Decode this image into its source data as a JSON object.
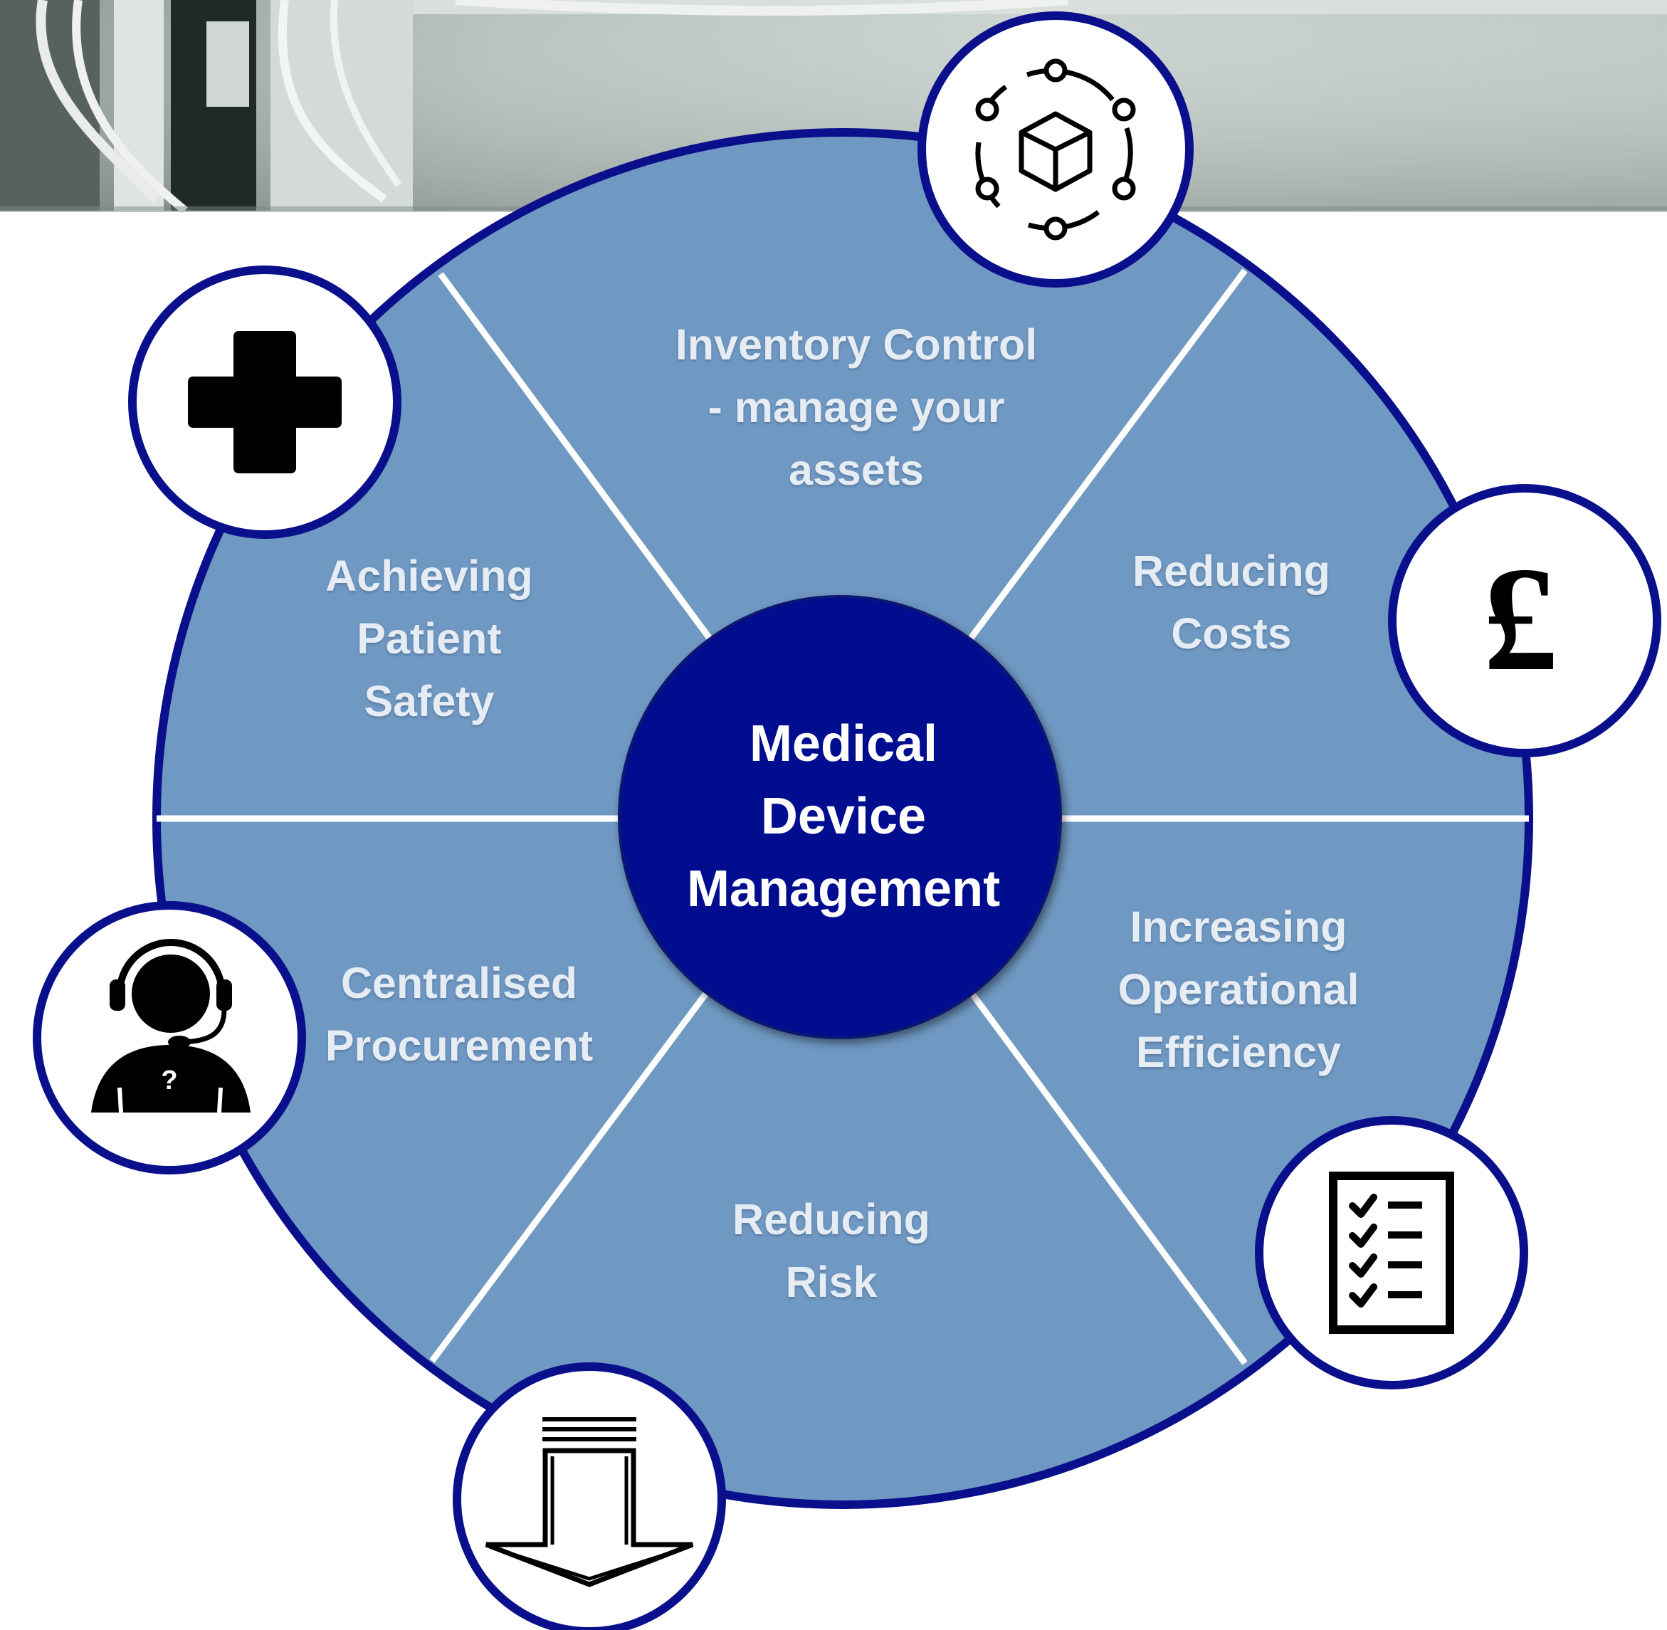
{
  "center": {
    "lines": [
      "Medical",
      "Device",
      "Management"
    ]
  },
  "segments": [
    {
      "id": "inventory",
      "lines": [
        "Inventory Control",
        "- manage your",
        "assets"
      ],
      "icon": "cube-network-icon"
    },
    {
      "id": "costs",
      "lines": [
        "Reducing",
        "Costs"
      ],
      "icon": "pound-sign-icon"
    },
    {
      "id": "efficiency",
      "lines": [
        "Increasing",
        "Operational",
        "Efficiency"
      ],
      "icon": "checklist-icon"
    },
    {
      "id": "risk",
      "lines": [
        "Reducing",
        "Risk"
      ],
      "icon": "down-arrow-icon"
    },
    {
      "id": "procurement",
      "lines": [
        "Centralised",
        "Procurement"
      ],
      "icon": "support-agent-icon"
    },
    {
      "id": "safety",
      "lines": [
        "Achieving",
        "Patient",
        "Safety"
      ],
      "icon": "medical-cross-icon"
    }
  ],
  "icons": {
    "pound_symbol": "£",
    "agent_question_mark": "?"
  },
  "colors": {
    "segment_fill": "#6f98c2",
    "ring_border": "#0a0f8c",
    "hub_fill": "#020c8e",
    "divider": "#ffffff",
    "label_text": "#e6ecf3"
  }
}
